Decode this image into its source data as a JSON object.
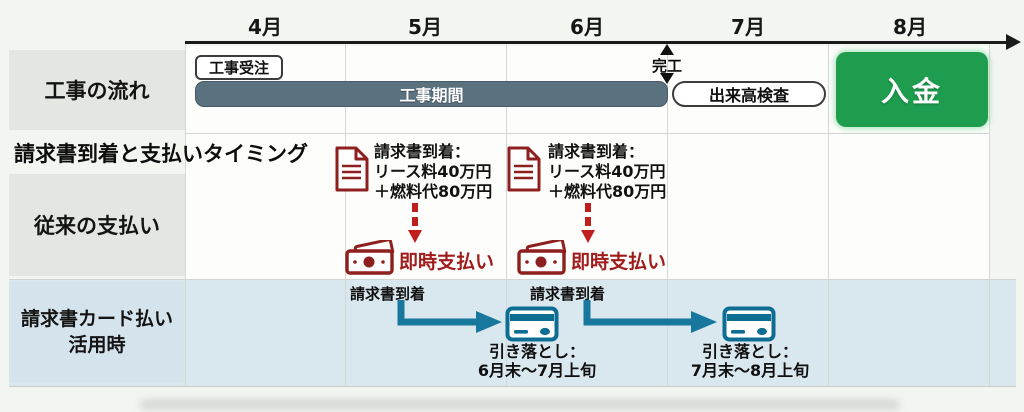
{
  "header": {
    "months": [
      "4月",
      "5月",
      "6月",
      "7月",
      "8月"
    ]
  },
  "row_labels": {
    "construction_flow": "工事の流れ",
    "section_title": "請求書到着と支払いタイミング",
    "conventional_payment": "従来の支払い",
    "card_payment_line1": "請求書カード払い",
    "card_payment_line2": "活用時"
  },
  "construction_row": {
    "order": "工事受注",
    "period": "工事期間",
    "completion": "完工",
    "inspection": "出来高検査",
    "deposit": "入金"
  },
  "conventional_row": {
    "invoice1": {
      "line1": "請求書到着：",
      "line2": "リース料40万円",
      "line3": "＋燃料代80万円",
      "payment": "即時支払い"
    },
    "invoice2": {
      "line1": "請求書到着：",
      "line2": "リース料40万円",
      "line3": "＋燃料代80万円",
      "payment": "即時支払い"
    }
  },
  "card_row": {
    "event1": {
      "arrival": "請求書到着",
      "debit_label": "引き落とし：",
      "debit_period": "6月末～7月上旬"
    },
    "event2": {
      "arrival": "請求書到着",
      "debit_label": "引き落とし：",
      "debit_period": "7月末～8月上旬"
    }
  },
  "colors": {
    "period_bar": "#5a7180",
    "deposit_green": "#1d9d4d",
    "payment_red": "#a01b1b",
    "arrow_red": "#c01d1d",
    "card_teal": "#0d6d93",
    "card_row_blue": "#d9e7ef",
    "label_gray": "#e4e6e1"
  }
}
